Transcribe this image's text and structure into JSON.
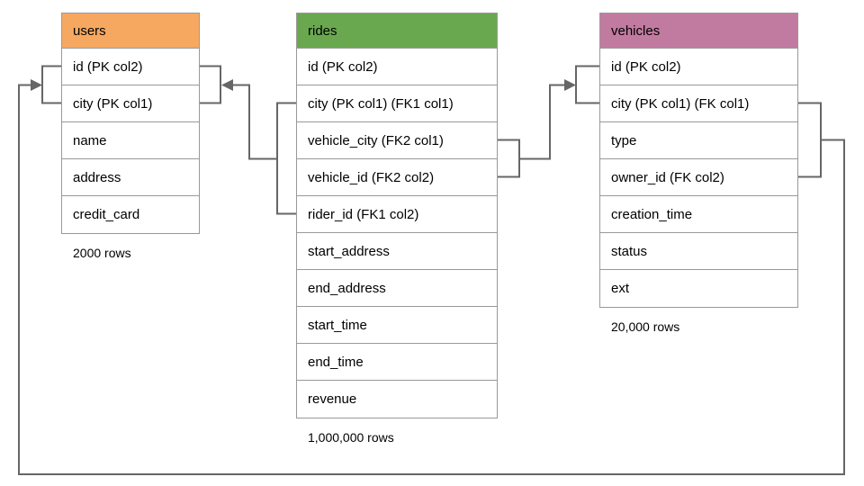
{
  "diagram": {
    "tables": [
      {
        "name": "users",
        "header_color": "#F6A860",
        "columns": [
          "id (PK col2)",
          "city (PK col1)",
          "name",
          "address",
          "credit_card"
        ],
        "row_count_label": "2000 rows"
      },
      {
        "name": "rides",
        "header_color": "#6AA84F",
        "columns": [
          "id (PK col2)",
          "city (PK col1) (FK1 col1)",
          "vehicle_city (FK2 col1)",
          "vehicle_id (FK2 col2)",
          "rider_id (FK1 col2)",
          "start_address",
          "end_address",
          "start_time",
          "end_time",
          "revenue"
        ],
        "row_count_label": "1,000,000 rows"
      },
      {
        "name": "vehicles",
        "header_color": "#C27BA0",
        "columns": [
          "id (PK col2)",
          "city (PK col1) (FK col1)",
          "type",
          "owner_id (FK col2)",
          "creation_time",
          "status",
          "ext"
        ],
        "row_count_label": "20,000 rows"
      }
    ],
    "relationships": [
      {
        "name": "FK1",
        "from": "rides (city, rider_id)",
        "to": "users (city, id)"
      },
      {
        "name": "FK2",
        "from": "rides (vehicle_city, vehicle_id)",
        "to": "vehicles (city, id)"
      },
      {
        "name": "FK",
        "from": "vehicles (city, owner_id)",
        "to": "users (city, id)"
      }
    ],
    "colors": {
      "connector": "#666666",
      "table_border": "#999999"
    }
  }
}
